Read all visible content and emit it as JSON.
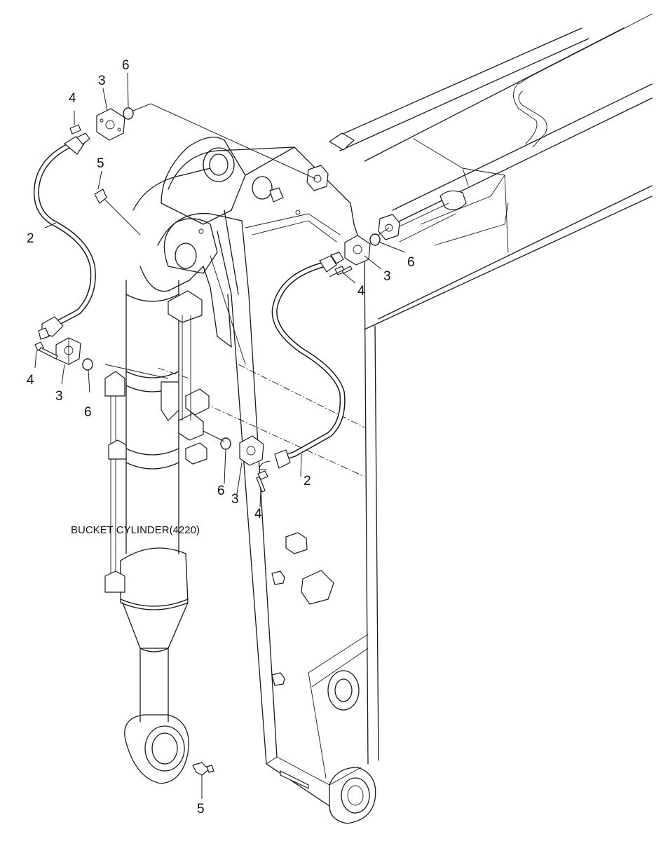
{
  "caption": "BUCKET CYLINDER(4220)",
  "callouts": {
    "c2a": "2",
    "c2b": "2",
    "c3a": "3",
    "c3b": "3",
    "c3c": "3",
    "c3d": "3",
    "c4a": "4",
    "c4b": "4",
    "c4c": "4",
    "c4d": "4",
    "c5a": "5",
    "c5b": "5",
    "c6a": "6",
    "c6b": "6",
    "c6c": "6",
    "c6d": "6"
  }
}
